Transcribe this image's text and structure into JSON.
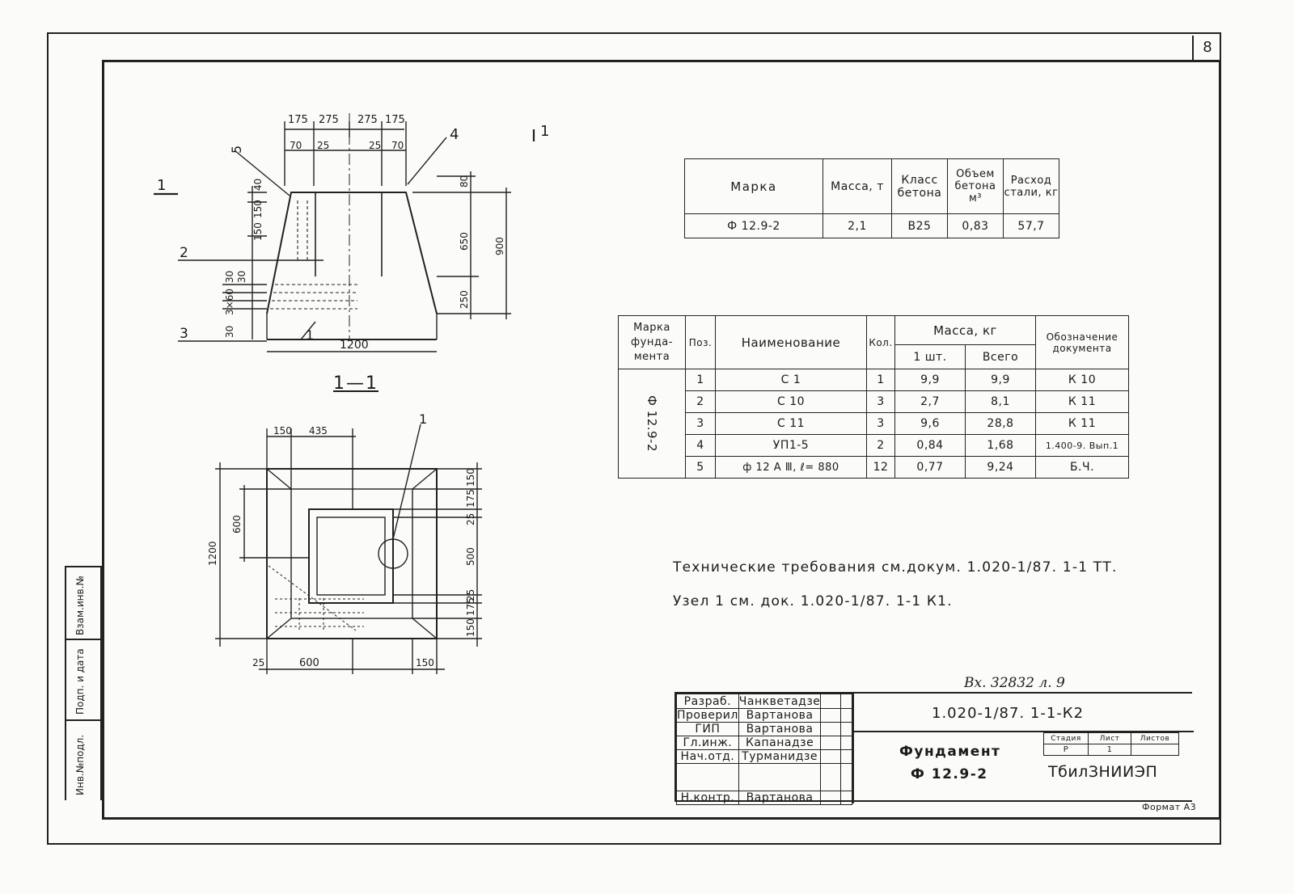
{
  "sheet_number": "8",
  "section_label": "1—1",
  "section_marks": [
    "1",
    "1"
  ],
  "leader_labels": {
    "a": "5",
    "b": "4",
    "c": "2",
    "d": "3",
    "e": "1",
    "plan_node": "1"
  },
  "elevation_dims": {
    "top": [
      "175",
      "275",
      "275",
      "175"
    ],
    "second": [
      "70",
      "25",
      "25",
      "70"
    ],
    "left": [
      "40",
      "150",
      "150",
      "30",
      "30",
      "3×60",
      "30"
    ],
    "right_inner": [
      "80",
      "650",
      "250"
    ],
    "right_total": "900",
    "bottom": "1200"
  },
  "plan_dims": {
    "top": [
      "150",
      "435"
    ],
    "left": [
      "1200",
      "600"
    ],
    "right": [
      "150",
      "175",
      "25",
      "500",
      "25",
      "175",
      "150"
    ],
    "bottom": [
      "25",
      "600",
      "150"
    ]
  },
  "summary_table": {
    "headers": [
      "Марка",
      "Масса, т",
      "Класс бетона",
      "Объем бетона м³",
      "Расход стали, кг"
    ],
    "row": [
      "Ф 12.9-2",
      "2,1",
      "B25",
      "0,83",
      "57,7"
    ]
  },
  "spec_table": {
    "h_mark": "Марка фунда-мента",
    "h_pos": "Поз.",
    "h_name": "Наименование",
    "h_qty": "Кол.",
    "h_mass": "Масса, кг",
    "h_mass_one": "1 шт.",
    "h_mass_all": "Всего",
    "h_doc": "Обозначение документа",
    "mark_value": "Ф 12.9-2",
    "rows": [
      [
        "1",
        "С 1",
        "1",
        "9,9",
        "9,9",
        "К 10"
      ],
      [
        "2",
        "С 10",
        "3",
        "2,7",
        "8,1",
        "К 11"
      ],
      [
        "3",
        "С 11",
        "3",
        "9,6",
        "28,8",
        "К 11"
      ],
      [
        "4",
        "УП1-5",
        "2",
        "0,84",
        "1,68",
        "1.400-9. Вып.1"
      ],
      [
        "5",
        "ф 12 А Ⅲ, ℓ= 880",
        "12",
        "0,77",
        "9,24",
        "Б.Ч."
      ]
    ]
  },
  "notes": [
    "Технические требования см.докум. 1.020-1/87. 1-1 ТТ.",
    "Узел 1 см. док. 1.020-1/87. 1-1 К1."
  ],
  "inventory_ref": "Вх. 32832 л. 9",
  "side_stamp": [
    "Инв.№подл.",
    "Подп. и дата",
    "Взам.инв.№"
  ],
  "title_block": {
    "roles": [
      [
        "Разраб.",
        "Чанкветадзе"
      ],
      [
        "Проверил",
        "Вартанова"
      ],
      [
        "ГИП",
        "Вартанова"
      ],
      [
        "Гл.инж.",
        "Капанадзе"
      ],
      [
        "Нач.отд.",
        "Турманидзе"
      ],
      [
        "",
        ""
      ],
      [
        "Н.контр.",
        "Вартанова"
      ]
    ],
    "doc_code": "1.020-1/87. 1-1-К2",
    "title_line1": "Фундамент",
    "title_line2": "Ф 12.9-2",
    "stage_label": "Стадия",
    "sheet_label": "Лист",
    "sheets_label": "Листов",
    "stage_value": "Р",
    "sheet_value": "1",
    "org": "ТбилЗНИИЭП"
  },
  "format": "Формат А3"
}
